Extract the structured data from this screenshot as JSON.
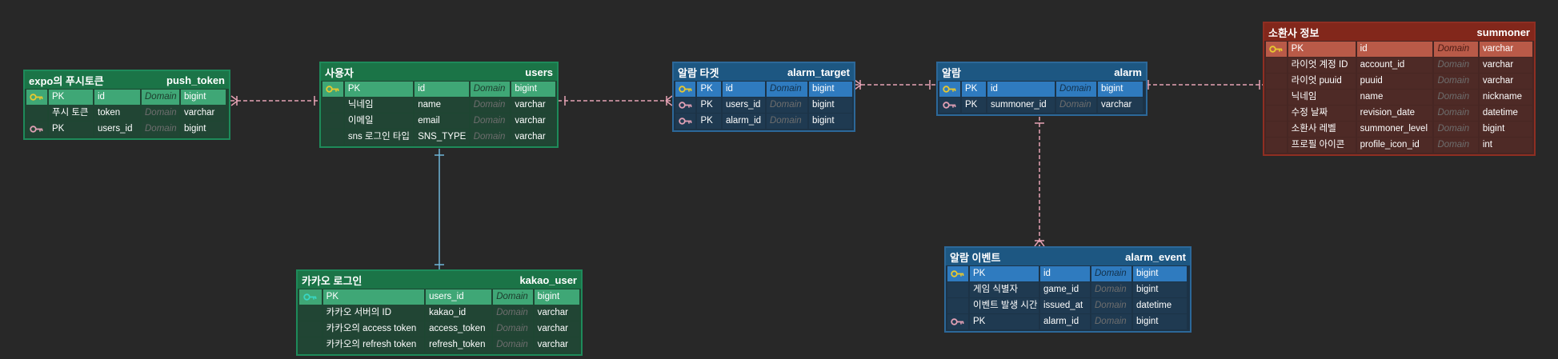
{
  "colors": {
    "background": "#282828",
    "green": "#1b7447",
    "blue": "#1d5782",
    "red": "#82271b",
    "relation_line": "#e6a2b4",
    "fk_line": "#6fb6d8",
    "key_yellow": "#e8c92f",
    "key_pink": "#e0a0b4"
  },
  "entities": {
    "push_token": {
      "logical": "expo의 푸시토큰",
      "physical": "push_token",
      "rows": [
        {
          "key": "yellow-key",
          "label": "PK",
          "column": "id",
          "domain": "Domain",
          "type": "bigint",
          "pk": true
        },
        {
          "key": "",
          "label": "푸시 토큰",
          "column": "token",
          "domain": "Domain",
          "type": "varchar",
          "pk": false
        },
        {
          "key": "pink-key",
          "label": "PK",
          "column": "users_id",
          "domain": "Domain",
          "type": "bigint",
          "pk": false
        }
      ]
    },
    "users": {
      "logical": "사용자",
      "physical": "users",
      "rows": [
        {
          "key": "yellow-key",
          "label": "PK",
          "column": "id",
          "domain": "Domain",
          "type": "bigint",
          "pk": true
        },
        {
          "key": "",
          "label": "닉네임",
          "column": "name",
          "domain": "Domain",
          "type": "varchar",
          "pk": false
        },
        {
          "key": "",
          "label": "이메일",
          "column": "email",
          "domain": "Domain",
          "type": "varchar",
          "pk": false
        },
        {
          "key": "",
          "label": "sns 로그인 타입",
          "column": "SNS_TYPE",
          "domain": "Domain",
          "type": "varchar",
          "pk": false
        }
      ]
    },
    "kakao_user": {
      "logical": "카카오 로그인",
      "physical": "kakao_user",
      "rows": [
        {
          "key": "teal-key",
          "label": "PK",
          "column": "users_id",
          "domain": "Domain",
          "type": "bigint",
          "pk": true
        },
        {
          "key": "",
          "label": "카카오 서버의 ID",
          "column": "kakao_id",
          "domain": "Domain",
          "type": "varchar",
          "pk": false
        },
        {
          "key": "",
          "label": "카카오의 access token",
          "column": "access_token",
          "domain": "Domain",
          "type": "varchar",
          "pk": false
        },
        {
          "key": "",
          "label": "카카오의 refresh token",
          "column": "refresh_token",
          "domain": "Domain",
          "type": "varchar",
          "pk": false
        }
      ]
    },
    "alarm_target": {
      "logical": "알람 타겟",
      "physical": "alarm_target",
      "rows": [
        {
          "key": "yellow-key",
          "label": "PK",
          "column": "id",
          "domain": "Domain",
          "type": "bigint",
          "pk": true
        },
        {
          "key": "pink-key",
          "label": "PK",
          "column": "users_id",
          "domain": "Domain",
          "type": "bigint",
          "pk": false
        },
        {
          "key": "pink-key",
          "label": "PK",
          "column": "alarm_id",
          "domain": "Domain",
          "type": "bigint",
          "pk": false
        }
      ]
    },
    "alarm": {
      "logical": "알람",
      "physical": "alarm",
      "rows": [
        {
          "key": "yellow-key",
          "label": "PK",
          "column": "id",
          "domain": "Domain",
          "type": "bigint",
          "pk": true
        },
        {
          "key": "pink-key",
          "label": "PK",
          "column": "summoner_id",
          "domain": "Domain",
          "type": "varchar",
          "pk": false
        }
      ]
    },
    "alarm_event": {
      "logical": "알람 이벤트",
      "physical": "alarm_event",
      "rows": [
        {
          "key": "yellow-key",
          "label": "PK",
          "column": "id",
          "domain": "Domain",
          "type": "bigint",
          "pk": true
        },
        {
          "key": "",
          "label": "게임 식별자",
          "column": "game_id",
          "domain": "Domain",
          "type": "bigint",
          "pk": false
        },
        {
          "key": "",
          "label": "이벤트 발생 시간",
          "column": "issued_at",
          "domain": "Domain",
          "type": "datetime",
          "pk": false
        },
        {
          "key": "pink-key",
          "label": "PK",
          "column": "alarm_id",
          "domain": "Domain",
          "type": "bigint",
          "pk": false
        }
      ]
    },
    "summoner": {
      "logical": "소환사 정보",
      "physical": "summoner",
      "rows": [
        {
          "key": "yellow-key",
          "label": "PK",
          "column": "id",
          "domain": "Domain",
          "type": "varchar",
          "pk": true
        },
        {
          "key": "",
          "label": "라이엇 계정 ID",
          "column": "account_id",
          "domain": "Domain",
          "type": "varchar",
          "pk": false
        },
        {
          "key": "",
          "label": "라이엇 puuid",
          "column": "puuid",
          "domain": "Domain",
          "type": "varchar",
          "pk": false
        },
        {
          "key": "",
          "label": "닉네임",
          "column": "name",
          "domain": "Domain",
          "type": "nickname",
          "pk": false
        },
        {
          "key": "",
          "label": "수정 날짜",
          "column": "revision_date",
          "domain": "Domain",
          "type": "datetime",
          "pk": false
        },
        {
          "key": "",
          "label": "소환사 레벨",
          "column": "summoner_level",
          "domain": "Domain",
          "type": "bigint",
          "pk": false
        },
        {
          "key": "",
          "label": "프로필 아이콘",
          "column": "profile_icon_id",
          "domain": "Domain",
          "type": "int",
          "pk": false
        }
      ]
    }
  }
}
